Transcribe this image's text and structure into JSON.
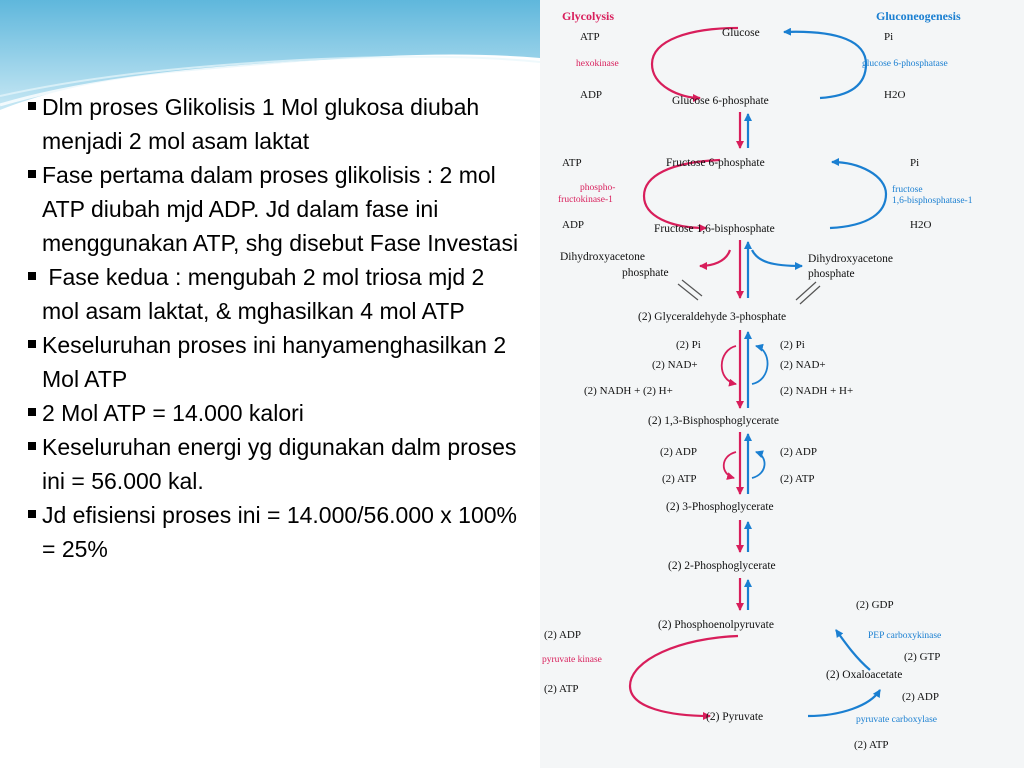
{
  "slide": {
    "bullets": [
      "Dlm proses Glikolisis 1 Mol glukosa diubah menjadi 2 mol asam laktat",
      "Fase pertama dalam proses glikolisis : 2 mol ATP diubah mjd ADP. Jd dalam fase ini menggunakan ATP, shg disebut Fase Investasi",
      " Fase kedua : mengubah 2 mol triosa mjd 2 mol asam laktat, & mghasilkan 4 mol ATP",
      "Keseluruhan proses ini hanyamenghasilkan 2 Mol ATP",
      "2 Mol ATP = 14.000 kalori",
      "Keseluruhan energi yg digunakan dalm proses ini = 56.000 kal.",
      "Jd efisiensi proses ini = 14.000/56.000 x 100% = 25%"
    ]
  },
  "diagram": {
    "glycolysis_label": "Glycolysis",
    "gluconeogenesis_label": "Gluconeogenesis",
    "metabolites": {
      "glucose": "Glucose",
      "g6p": "Glucose 6-phosphate",
      "f6p": "Fructose 6-phosphate",
      "f16bp": "Fructose 1,6-bisphosphate",
      "dhap": "Dihydroxyacetone phosphate",
      "g3p": "(2) Glyceraldehyde 3-phosphate",
      "bpg": "(2) 1,3-Bisphosphoglycerate",
      "pg3": "(2) 3-Phosphoglycerate",
      "pg2": "(2) 2-Phosphoglycerate",
      "pep": "(2) Phosphoenolpyruvate",
      "oaa": "(2) Oxaloacetate",
      "pyruvate": "(2) Pyruvate"
    },
    "enzymes": {
      "hexokinase": "hexokinase",
      "g6pase": "glucose 6-phosphatase",
      "pfk": "phospho-fructokinase-1",
      "fbpase": "fructose 1,6-bisphosphatase-1",
      "pepck": "PEP carboxykinase",
      "pk": "pyruvate kinase",
      "pc": "pyruvate carboxylase"
    },
    "cofactors": {
      "atp": "ATP",
      "adp": "ADP",
      "pi": "Pi",
      "h2o": "H2O",
      "two_pi": "(2) Pi",
      "two_nad": "(2) NAD+",
      "nadh_left": "(2) NADH + (2) H+",
      "nadh_right": "(2) NADH + H+",
      "two_adp": "(2) ADP",
      "two_atp": "(2) ATP",
      "two_gdp": "(2) GDP",
      "two_gtp": "(2) GTP"
    }
  },
  "colors": {
    "glycolysis": "#d81e5b",
    "gluconeogenesis": "#1a7fd1",
    "slide_band": "#9fd3e8"
  }
}
